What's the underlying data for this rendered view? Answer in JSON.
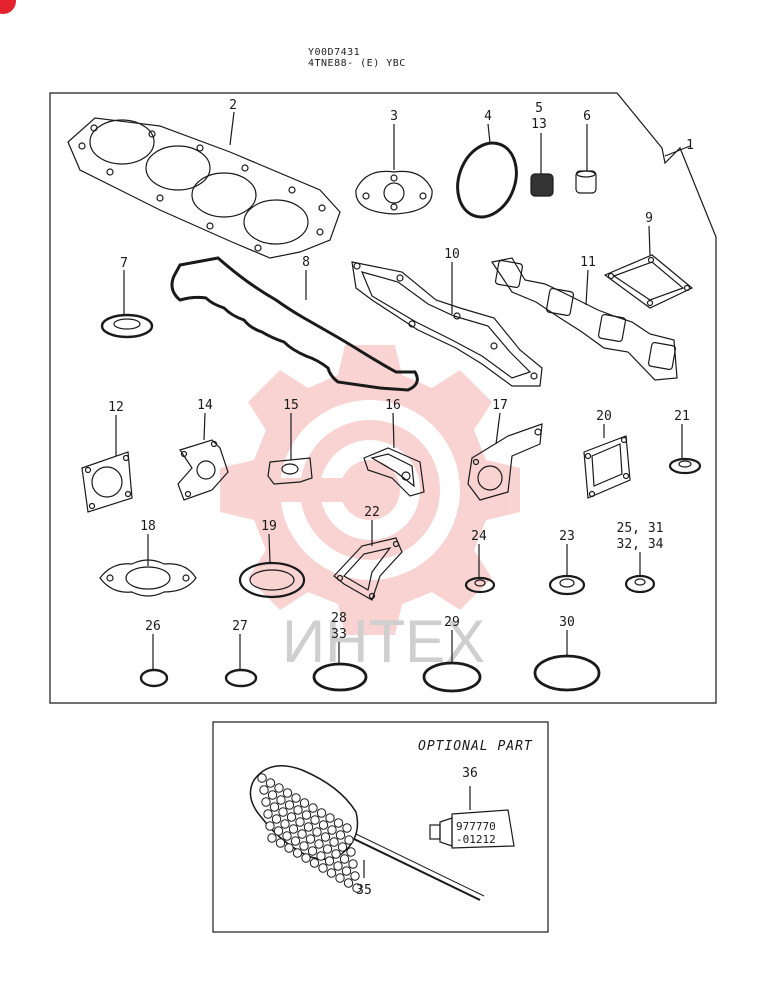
{
  "header": {
    "code": "Y00D7431",
    "model": "4TNE88- (E) YBC"
  },
  "watermark": {
    "text": "ИНТЕХ",
    "color": "#f08080"
  },
  "callouts": {
    "c1": "1",
    "c2": "2",
    "c3": "3",
    "c4": "4",
    "c5": "5",
    "c13": "13",
    "c6": "6",
    "c7": "7",
    "c8": "8",
    "c9": "9",
    "c10": "10",
    "c11": "11",
    "c12": "12",
    "c14": "14",
    "c15": "15",
    "c16": "16",
    "c17": "17",
    "c20": "20",
    "c21": "21",
    "c18": "18",
    "c19": "19",
    "c22": "22",
    "c24": "24",
    "c23": "23",
    "c25a": "25, 31",
    "c25b": "32, 34",
    "c26": "26",
    "c27": "27",
    "c28a": "28",
    "c28b": "33",
    "c29": "29",
    "c30": "30",
    "c36": "36",
    "c35": "35"
  },
  "optional": {
    "title": "OPTIONAL PART",
    "tube_line1": "977770",
    "tube_line2": "-01212"
  }
}
